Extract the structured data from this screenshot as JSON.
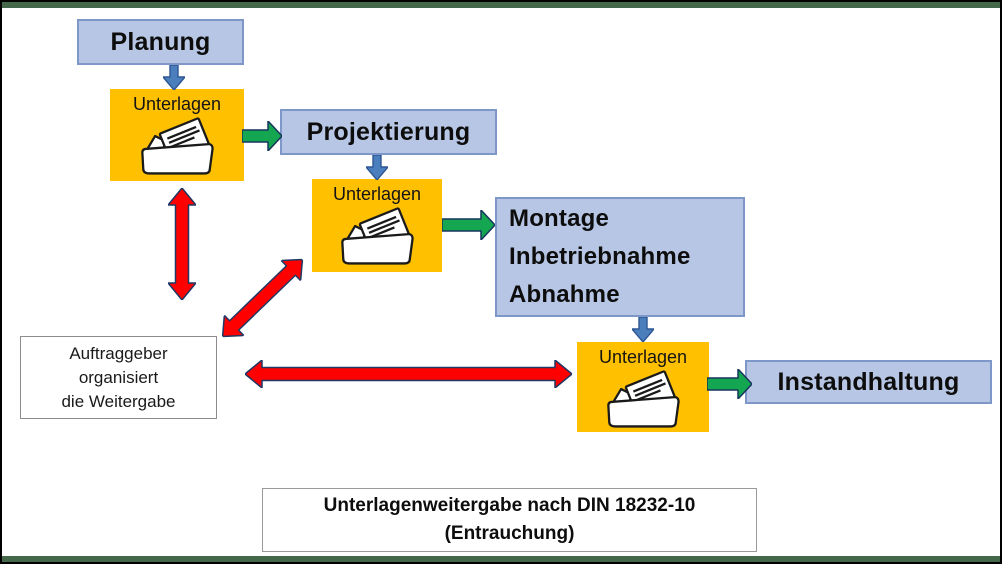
{
  "diagram": {
    "boxes": {
      "planung": {
        "label": "Planung"
      },
      "projektierung": {
        "label": "Projektierung"
      },
      "montage": {
        "lines": [
          "Montage",
          "Inbetriebnahme",
          "Abnahme"
        ]
      },
      "instandhaltung": {
        "label": "Instandhaltung"
      },
      "unterlagen": {
        "label": "Unterlagen"
      },
      "auftraggeber": {
        "lines": [
          "Auftraggeber",
          "organisiert",
          "die Weitergabe"
        ]
      },
      "caption": {
        "lines": [
          "Unterlagenweitergabe nach DIN 18232-10",
          "(Entrauchung)"
        ]
      }
    },
    "icons": {
      "documents": "documents-in-folder-icon"
    },
    "colors": {
      "stage_fill": "#b6c6e4",
      "stage_border": "#7d97c9",
      "unterlagen_fill": "#ffc000",
      "arrow_blue_fill": "#4a7ebc",
      "arrow_blue_stroke": "#2e5793",
      "arrow_green_fill": "#14a650",
      "arrow_green_stroke": "#17365d",
      "arrow_red_fill": "#fe0000",
      "arrow_red_stroke": "#1f3864",
      "frame_accent_green": "#46684a",
      "frame_border": "#000000",
      "background": "#ffffff"
    }
  }
}
